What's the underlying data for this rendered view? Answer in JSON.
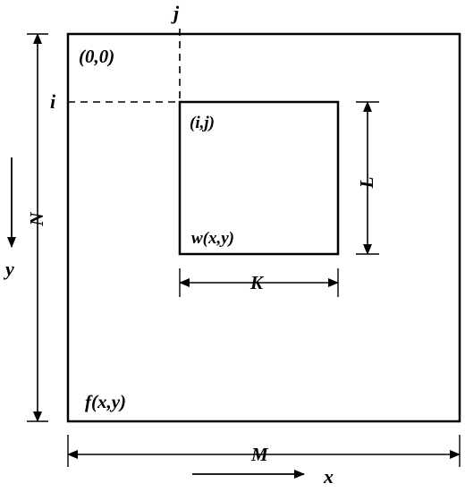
{
  "diagram": {
    "labels": {
      "origin": "(0,0)",
      "j": "j",
      "i": "i",
      "window_corner": "(i,j)",
      "window_function": "w(x,y)",
      "image_function": "f(x,y)",
      "image_height": "N",
      "image_width": "M",
      "window_height": "L",
      "window_width": "K",
      "y_axis": "y",
      "x_axis": "x"
    },
    "colors": {
      "line": "#000000",
      "background": "#ffffff"
    }
  }
}
